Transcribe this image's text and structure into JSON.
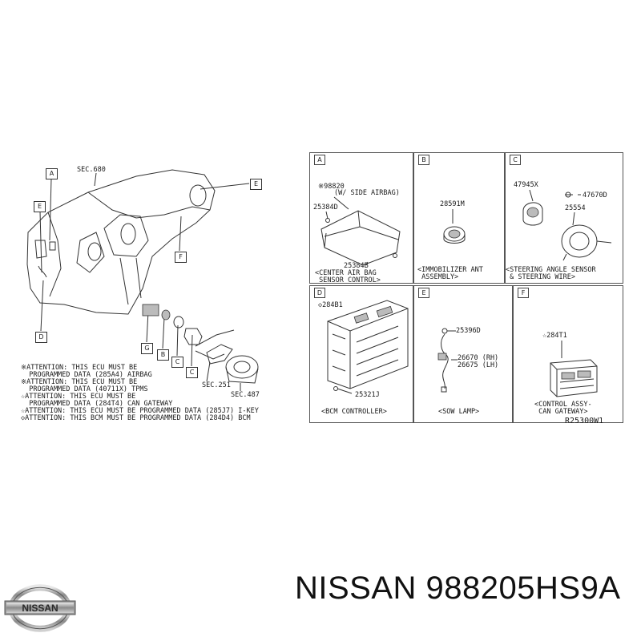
{
  "overview": {
    "sec680": "SEC.680",
    "labels": {
      "A": "A",
      "E_top": "E",
      "E_left": "E",
      "F": "F",
      "D": "D",
      "G": "G",
      "B": "B",
      "C1": "C",
      "C2": "C"
    },
    "sec251": "SEC.251",
    "sec487": "SEC.487"
  },
  "attention_notes": [
    "※ATTENTION: THIS ECU MUST BE",
    "  PROGRAMMED DATA (285A4) AIRBAG",
    "※ATTENTION: THIS ECU MUST BE",
    "  PROGRAMMED DATA (40711X) TPMS",
    "☆ATTENTION: THIS ECU MUST BE",
    "  PROGRAMMED DATA (284T4) CAN GATEWAY",
    "☆ATTENTION: THIS ECU MUST BE PROGRAMMED DATA (285J7) I-KEY",
    "◇ATTENTION: THIS BCM MUST BE PROGRAMMED DATA (284D4) BCM"
  ],
  "panels": {
    "A": {
      "tag": "A",
      "part1": "※98820",
      "part1_note": "(W/ SIDE AIRBAG)",
      "part2": "25384D",
      "part3": "25384B",
      "caption": "<CENTER AIR BAG\n SENSOR CONTROL>"
    },
    "B": {
      "tag": "B",
      "part1": "28591M",
      "caption": "<IMMOBILIZER ANT\n ASSEMBLY>"
    },
    "C": {
      "tag": "C",
      "part1": "47945X",
      "part2": "47670D",
      "part3": "25554",
      "caption": "<STEERING ANGLE SENSOR\n & STEERING WIRE>"
    },
    "D": {
      "tag": "D",
      "part1": "◇284B1",
      "part2": "25321J",
      "caption": "<BCM CONTROLLER>"
    },
    "E": {
      "tag": "E",
      "part1": "25396D",
      "part2": "26670 (RH)",
      "part3": "26675 (LH)",
      "caption": "<SOW LAMP>"
    },
    "F": {
      "tag": "F",
      "part1": "☆284T1",
      "caption": "<CONTROL ASSY-\n CAN GATEWAY>"
    }
  },
  "diagram_code": "R25300W1",
  "logo": {
    "text": "NISSAN"
  },
  "part_number": "NISSAN 988205HS9A"
}
